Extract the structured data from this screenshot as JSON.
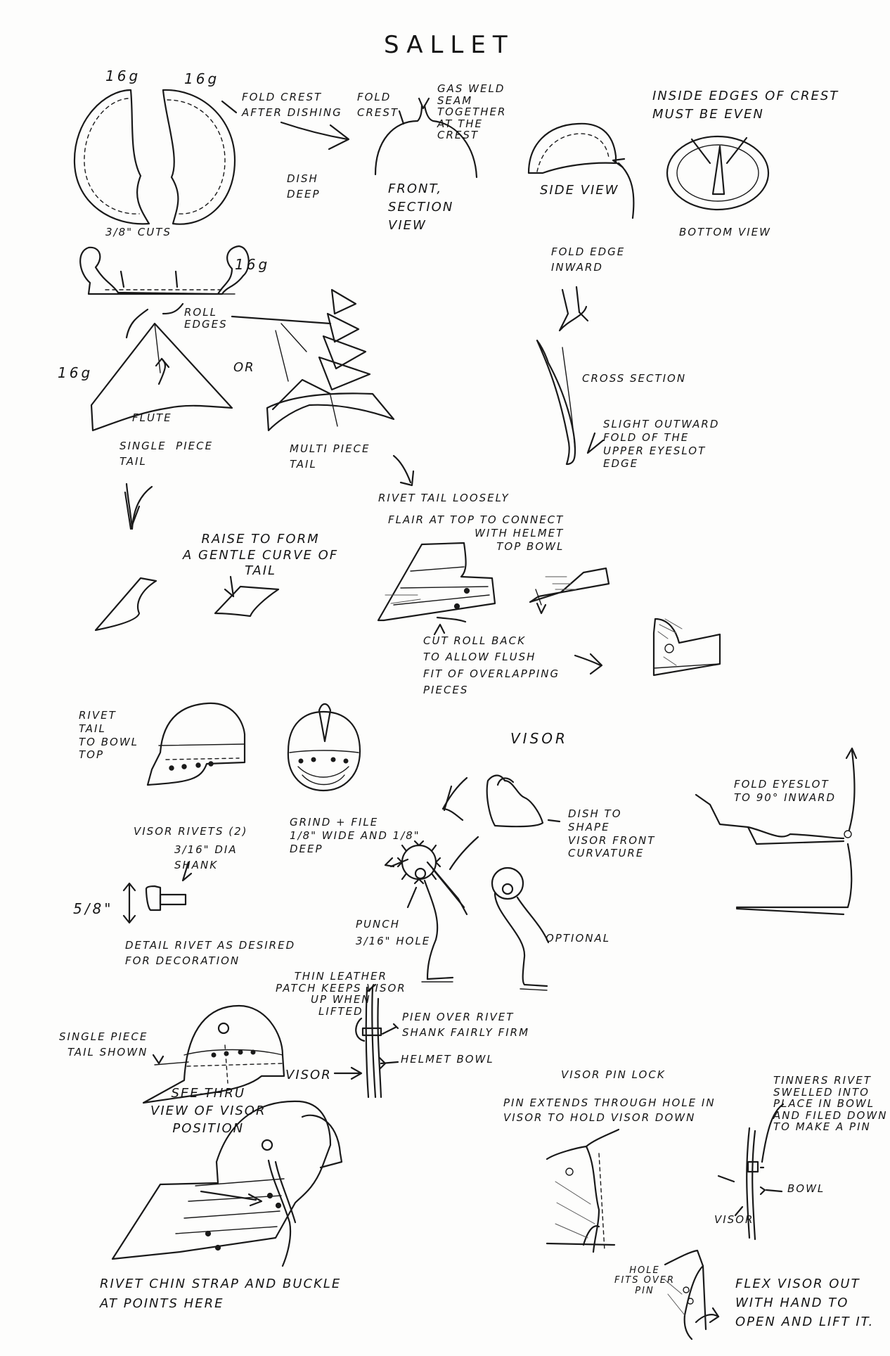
{
  "title": "SALLET",
  "gauge": [
    "16g",
    "16g",
    "16g",
    "16g"
  ],
  "crest": {
    "fold_crest_after": "FOLD CREST\nAFTER DISHING",
    "dish_deep": "DISH\nDEEP",
    "fold_crest": "FOLD\nCREST",
    "gas_weld": "GAS WELD\nSEAM\nTOGETHER\nAT THE\nCREST",
    "front_section": "FRONT,\nSECTION\nVIEW",
    "side_view": "SIDE VIEW",
    "inside_edges": "INSIDE EDGES OF CREST\nMUST BE EVEN",
    "bottom_view": "BOTTOM VIEW"
  },
  "tail": {
    "cuts": "3/8\" CUTS",
    "roll_edges": "ROLL\nEDGES",
    "or": "OR",
    "flute": "FLUTE",
    "single_piece": "SINGLE  PIECE\nTAIL",
    "multi_piece": "MULTI PIECE\nTAIL",
    "raise_curve": "RAISE TO FORM\nA GENTLE CURVE OF\nTAIL",
    "rivet_loosely": "RIVET TAIL LOOSELY",
    "flair": "FLAIR AT TOP TO CONNECT\nWITH HELMET\nTOP BOWL",
    "cut_roll": "CUT ROLL BACK\nTO ALLOW FLUSH\nFIT OF OVERLAPPING\nPIECES"
  },
  "eyeslot": {
    "fold_edge": "FOLD EDGE\nINWARD",
    "cross_section": "CROSS SECTION",
    "slight_fold": "SLIGHT OUTWARD\nFOLD OF THE\nUPPER EYESLOT\nEDGE"
  },
  "visor": {
    "heading": "VISOR",
    "rivet_tail_to_bowl": "RIVET\nTAIL\nTO BOWL\nTOP",
    "visor_rivets": "VISOR RIVETS (2)",
    "shank": "3/16\" DIA\nSHANK",
    "dim": "5/8\"",
    "detail_rivet": "DETAIL RIVET AS DESIRED\nFOR DECORATION",
    "grind_file": "GRIND + FILE\n1/8\" WIDE AND 1/8\"\nDEEP",
    "punch_hole": "PUNCH\n3/16\" HOLE",
    "optional": "OPTIONAL",
    "dish_shape": "DISH TO\nSHAPE\nVISOR FRONT\nCURVATURE",
    "fold_eyeslot": "FOLD EYESLOT\nTO 90° INWARD",
    "single_piece_shown": "SINGLE PIECE\nTAIL SHOWN",
    "see_thru": "SEE-THRU\nVIEW OF VISOR\nPOSITION",
    "thin_leather": "THIN LEATHER\nPATCH KEEPS VISOR\nUP WHEN\nLIFTED",
    "pien_over": "PIEN OVER RIVET\nSHANK FAIRLY FIRM",
    "helmet_bowl": "HELMET BOWL",
    "visor_label": "VISOR",
    "chin_strap": "RIVET CHIN STRAP AND BUCKLE\nAT POINTS HERE"
  },
  "pinlock": {
    "heading": "VISOR  PIN LOCK",
    "pin_extends": "PIN EXTENDS THROUGH HOLE IN\nVISOR TO HOLD VISOR DOWN",
    "tinners": "TINNERS RIVET\nSWELLED INTO\nPLACE IN BOWL\nAND FILED DOWN\nTO MAKE A PIN",
    "bowl": "BOWL",
    "visor": "VISOR",
    "hole_fits": "HOLE\nFITS OVER\nPIN",
    "flex_visor": "FLEX VISOR OUT\nWITH HAND TO\nOPEN AND LIFT IT."
  }
}
